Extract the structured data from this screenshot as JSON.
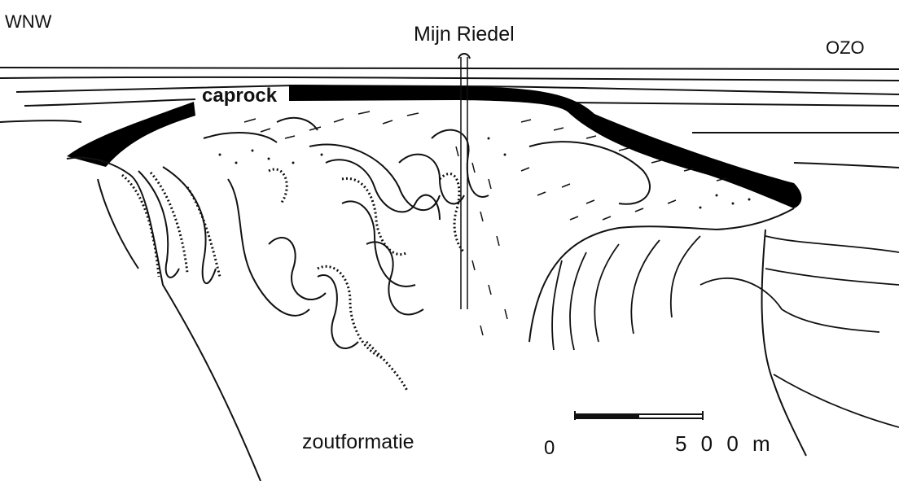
{
  "labels": {
    "west": "WNW",
    "east": "OZO",
    "mine": "Mijn Riedel",
    "caprock": "caprock",
    "salt_formation": "zoutformatie"
  },
  "scale_bar": {
    "start_label": "0",
    "end_label": "5 0 0 m"
  },
  "colors": {
    "ink": "#111111",
    "background": "#ffffff",
    "caprock_fill": "#000000"
  }
}
